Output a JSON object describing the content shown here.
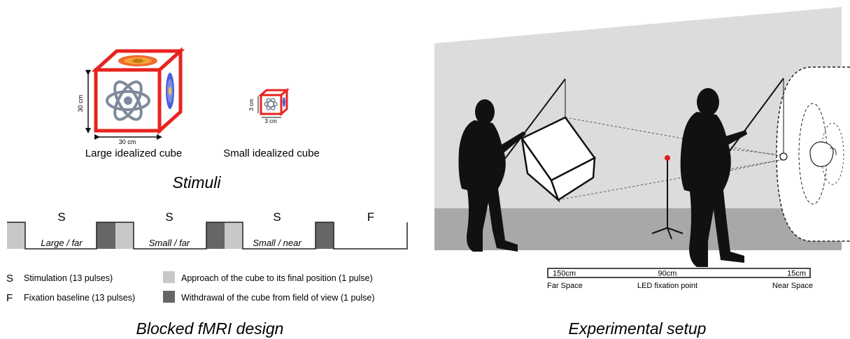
{
  "stimuli": {
    "large_dim_vertical": "30 cm",
    "large_dim_horizontal": "30 cm",
    "large_caption": "Large  idealized cube",
    "small_dim_vertical": "3 cm",
    "small_dim_horizontal": "3 cm",
    "small_caption": "Small idealized cube",
    "section_title": "Stimuli"
  },
  "design": {
    "blocks": [
      {
        "letter": "S",
        "condition": "Large / far"
      },
      {
        "letter": "S",
        "condition": "Small / far"
      },
      {
        "letter": "S",
        "condition": "Small / near"
      },
      {
        "letter": "F",
        "condition": ""
      }
    ],
    "legend": [
      {
        "symbol": "S",
        "text": "Stimulation (13 pulses)"
      },
      {
        "symbol": "F",
        "text": "Fixation baseline (13 pulses)"
      },
      {
        "swatch": "#c8c8c8",
        "text": "Approach of the cube to its final position (1 pulse)"
      },
      {
        "swatch": "#666666",
        "text": "Withdrawal of the cube from field of view (1 pulse)"
      }
    ],
    "section_title": "Blocked fMRI design"
  },
  "setup": {
    "scale_labels": [
      "150cm",
      "90cm",
      "15cm"
    ],
    "space_labels": [
      "Far Space",
      "LED fixation point",
      "Near Space"
    ],
    "section_title": "Experimental setup"
  },
  "colors": {
    "cube_frame": "#e8231f",
    "light_block": "#c8c8c8",
    "dark_block": "#666666",
    "wall": "#dcdcdc",
    "floor": "#a8a8a8",
    "silhouette": "#111111",
    "led": "#d92020"
  }
}
